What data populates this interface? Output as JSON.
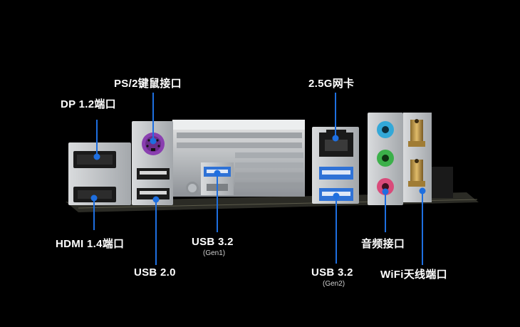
{
  "labels": {
    "dp": "DP 1.2端口",
    "ps2": "PS/2键鼠接口",
    "lan": "2.5G网卡",
    "hdmi": "HDMI 1.4端口",
    "usb2": "USB 2.0",
    "usb32_front": "USB 3.2",
    "usb32_front_sub": "(Gen1)",
    "usb32_rear": "USB 3.2",
    "usb32_rear_sub": "(Gen2)",
    "audio": "音频接口",
    "wifi": "WiFi天线端口"
  },
  "colors": {
    "background": "#000000",
    "leader_line": "#1e6fe0",
    "usb3_blue": "#2f72d6",
    "ps2_purple": "#8a3fb0",
    "audio_blue": "#33a8d8",
    "audio_green": "#3cb04a",
    "audio_pink": "#d94a7a",
    "antenna_gold": "#c59a4a",
    "pcb": "#2a2a24"
  },
  "icons": {
    "ps2": "ps2-port-icon",
    "lan": "rj45-port-icon",
    "antenna": "antenna-connector-icon"
  }
}
